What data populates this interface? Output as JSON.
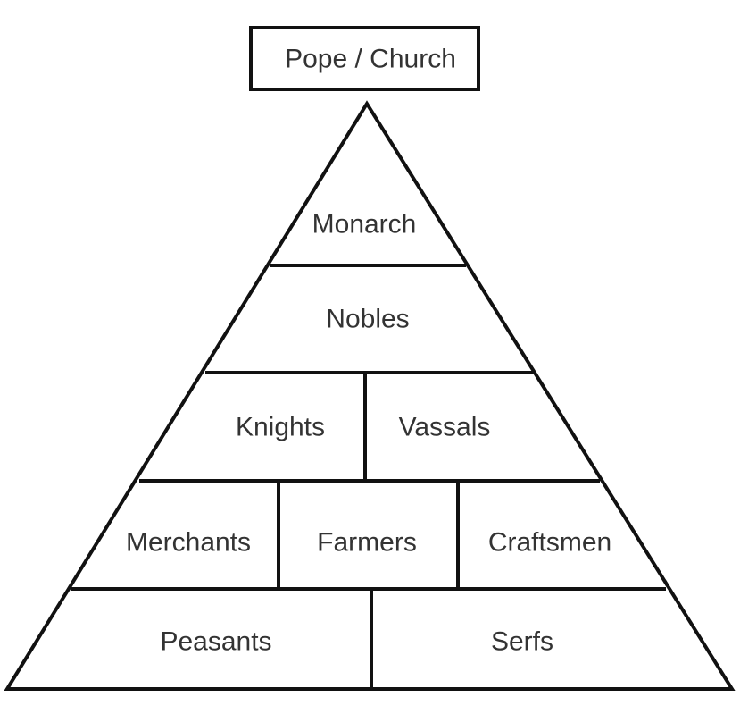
{
  "top_box": {
    "label": "Pope / Church"
  },
  "pyramid": {
    "tiers": [
      {
        "cells": [
          "Monarch"
        ]
      },
      {
        "cells": [
          "Nobles"
        ]
      },
      {
        "cells": [
          "Knights",
          "Vassals"
        ]
      },
      {
        "cells": [
          "Merchants",
          "Farmers",
          "Craftsmen"
        ]
      },
      {
        "cells": [
          "Peasants",
          "Serfs"
        ]
      }
    ]
  }
}
